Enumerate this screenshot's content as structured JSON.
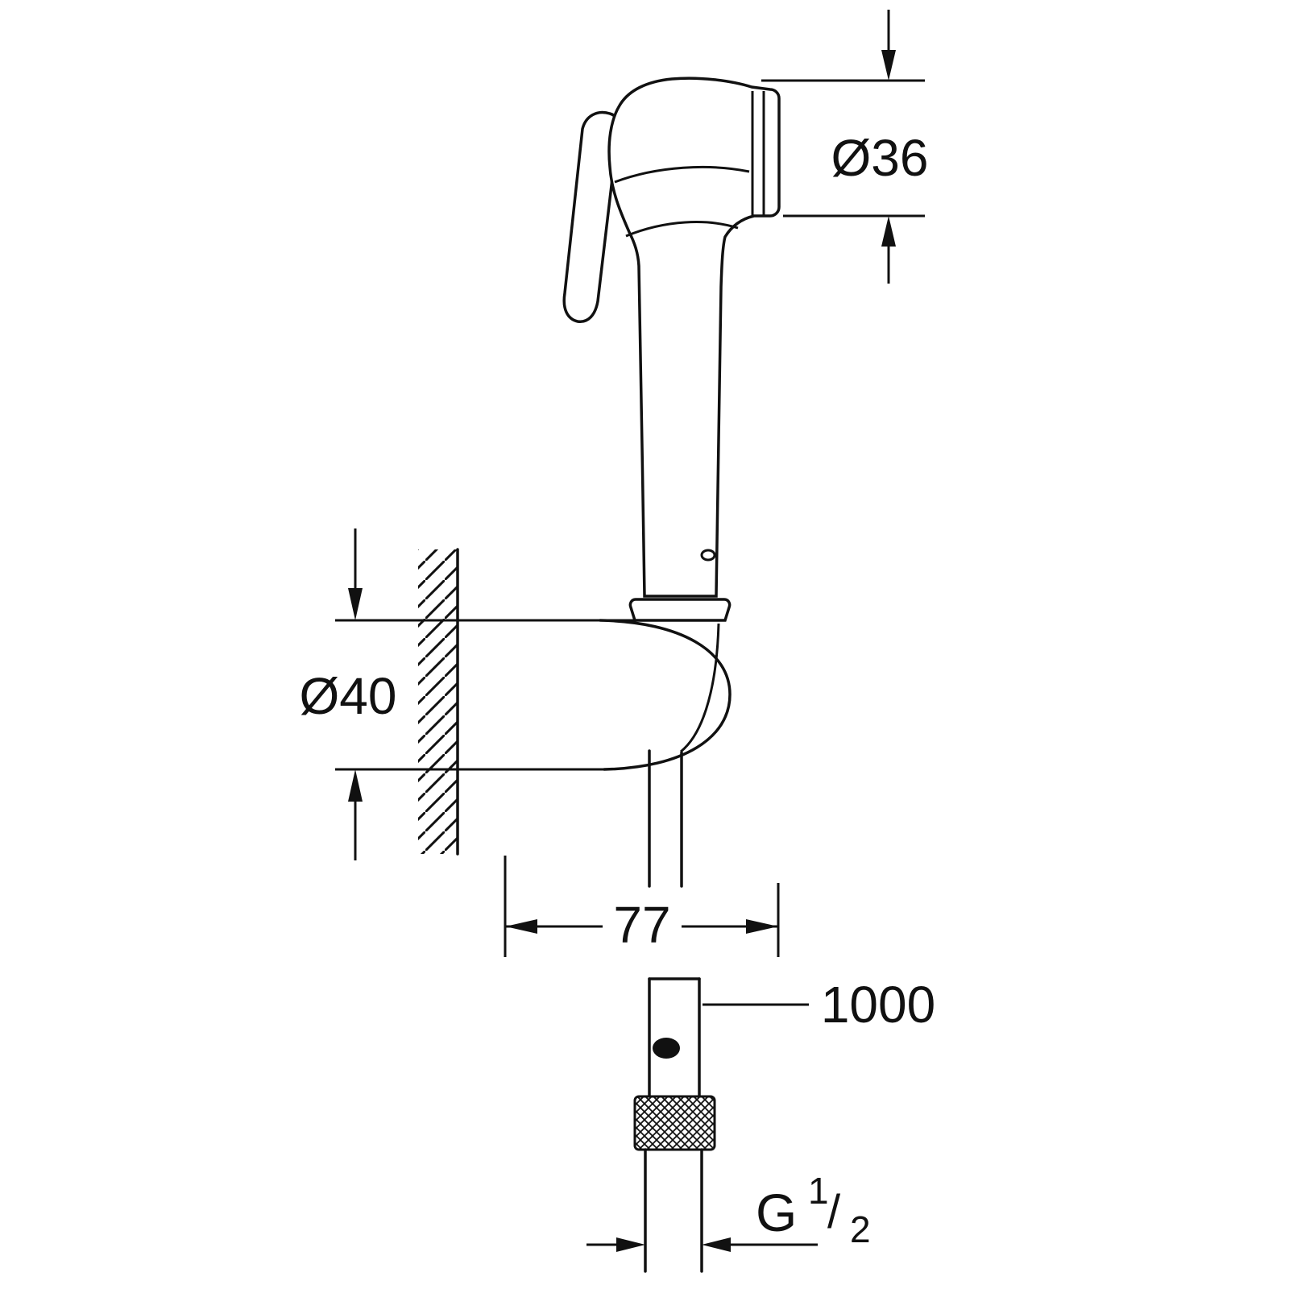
{
  "page": {
    "background": "#ffffff",
    "line_color": "#111111",
    "description": "Technical dimension drawing of a trigger hand spray with wall holder and shower hose"
  },
  "dimensions": {
    "head_diameter": "Ø36",
    "holder_diameter": "Ø40",
    "holder_depth": "77",
    "hose_length": "1000",
    "thread": {
      "prefix": "G",
      "numerator": "1",
      "slash": "/",
      "denominator": "2"
    }
  }
}
